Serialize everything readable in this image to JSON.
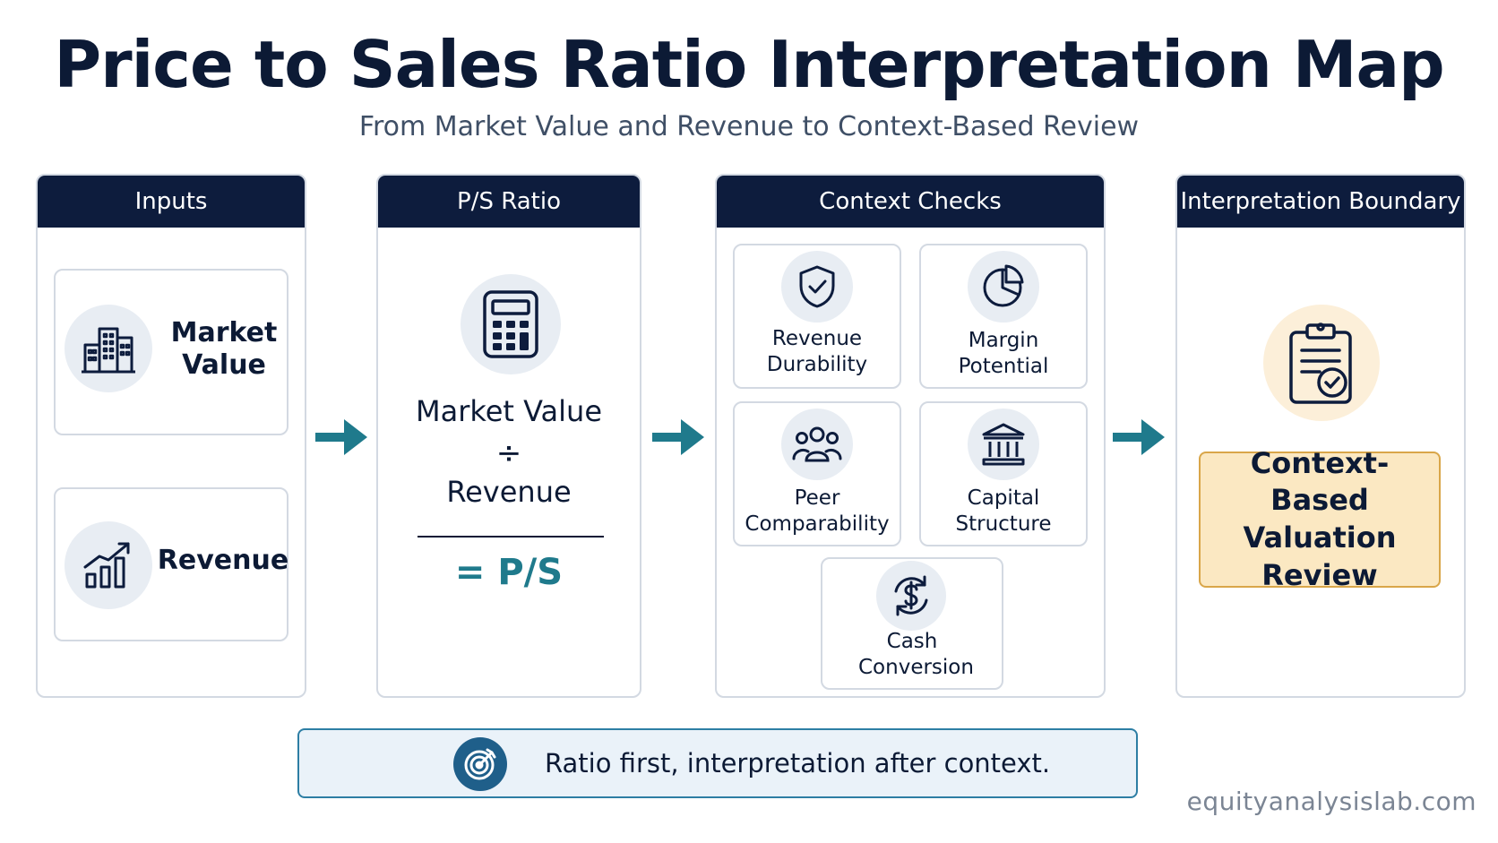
{
  "title": "Price to Sales Ratio Interpretation Map",
  "subtitle": "From Market Value and Revenue to Context-Based Review",
  "columns": {
    "inputs": {
      "header": "Inputs",
      "items": [
        {
          "label": "Market Value",
          "icon": "buildings-icon"
        },
        {
          "label": "Revenue",
          "icon": "growth-chart-icon"
        }
      ]
    },
    "ratio": {
      "header": "P/S Ratio",
      "icon": "calculator-icon",
      "numerator": "Market Value",
      "operator": "÷",
      "denominator": "Revenue",
      "result": "= P/S"
    },
    "context": {
      "header": "Context Checks",
      "items": [
        {
          "label": "Revenue Durability",
          "icon": "shield-check-icon"
        },
        {
          "label": "Margin Potential",
          "icon": "pie-chart-icon"
        },
        {
          "label": "Peer Comparability",
          "icon": "people-group-icon"
        },
        {
          "label": "Capital Structure",
          "icon": "institution-icon"
        },
        {
          "label": "Cash Conversion",
          "icon": "dollar-cycle-icon"
        }
      ]
    },
    "boundary": {
      "header": "Interpretation Boundary",
      "icon": "clipboard-check-icon",
      "review": "Context-Based Valuation Review"
    }
  },
  "banner": {
    "icon": "target-icon",
    "text": "Ratio first, interpretation after context."
  },
  "watermark": "equityanalysislab.com",
  "colors": {
    "navy": "#0d1c3d",
    "teal": "#1f7a8c",
    "review_fill": "#fbe8c2",
    "review_border": "#d9a649",
    "banner_fill": "#eaf2f9"
  }
}
